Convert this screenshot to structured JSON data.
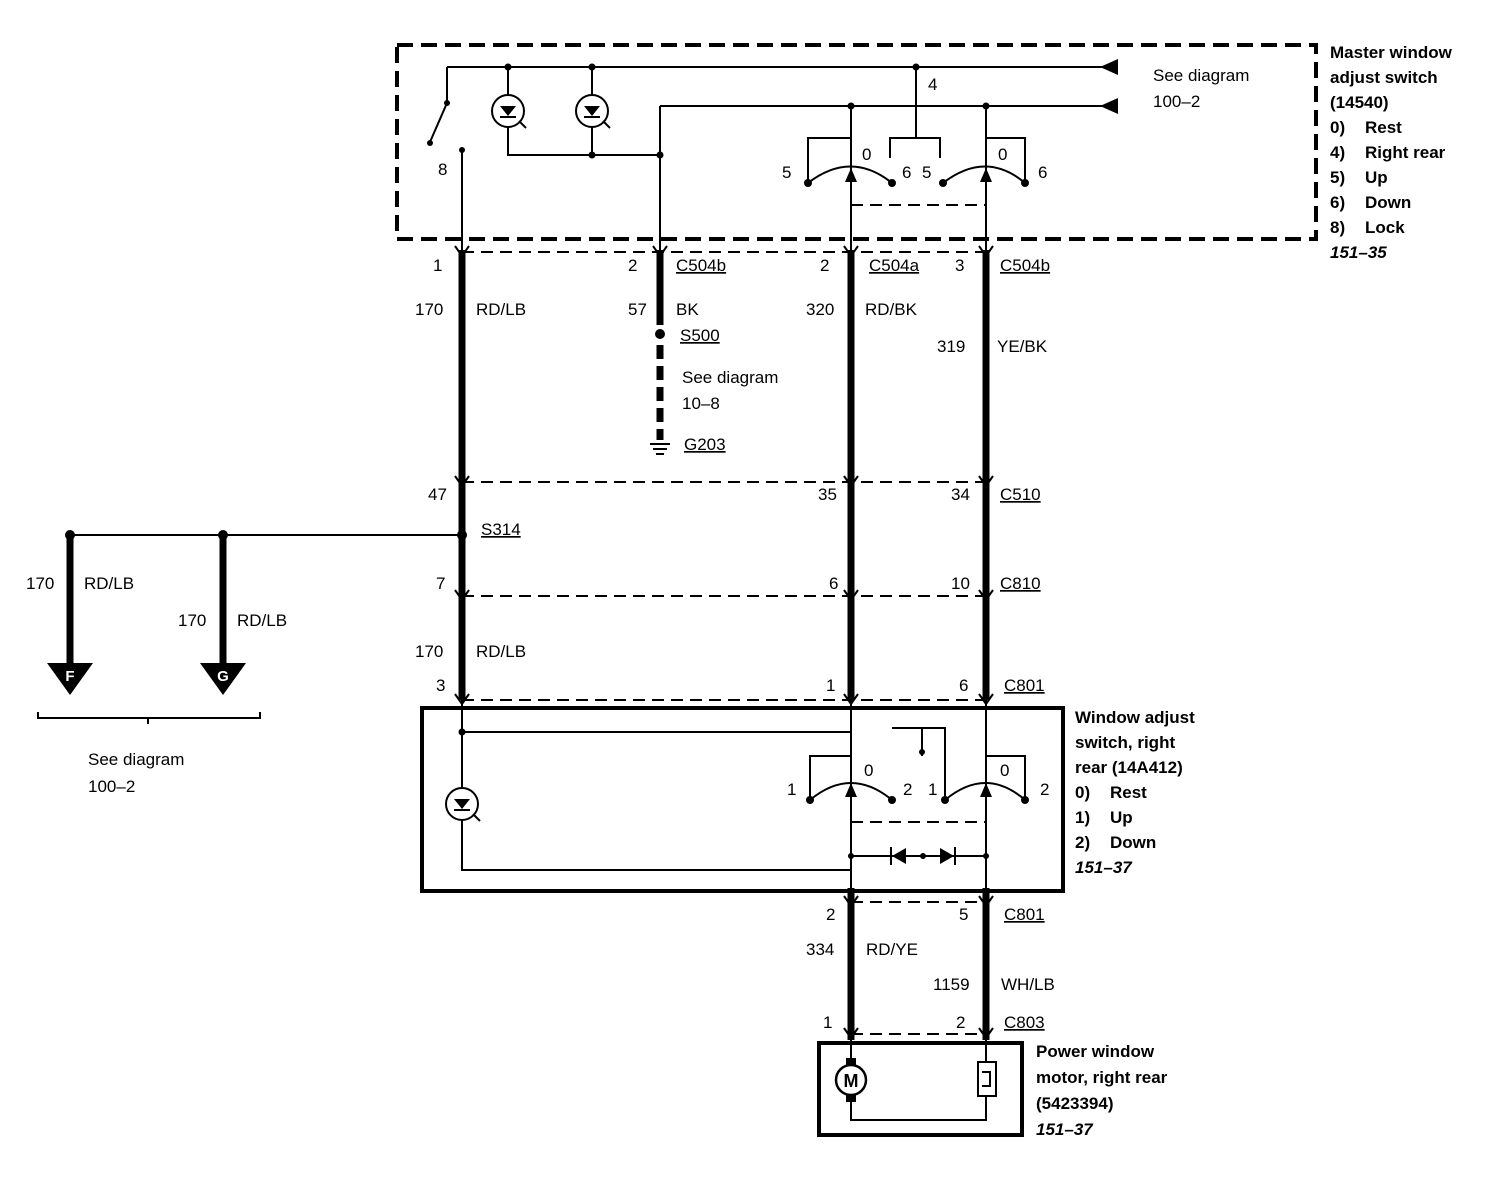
{
  "master_switch": {
    "title": [
      "Master window",
      "adjust switch",
      "(14540)"
    ],
    "positions": [
      {
        "num": "0)",
        "name": "Rest"
      },
      {
        "num": "4)",
        "name": "Right rear"
      },
      {
        "num": "5)",
        "name": "Up"
      },
      {
        "num": "6)",
        "name": "Down"
      },
      {
        "num": "8)",
        "name": "Lock"
      }
    ],
    "ref": "151–35",
    "see_diagram": "See diagram",
    "see_ref": "100–2",
    "pin4": "4",
    "pin8": "8",
    "left_contacts": [
      "5",
      "0",
      "6"
    ],
    "right_contacts": [
      "5",
      "0",
      "6"
    ]
  },
  "rr_switch": {
    "title": [
      "Window adjust",
      "switch, right",
      "rear (14A412)"
    ],
    "positions": [
      {
        "num": "0)",
        "name": "Rest"
      },
      {
        "num": "1)",
        "name": "Up"
      },
      {
        "num": "2)",
        "name": "Down"
      }
    ],
    "ref": "151–37",
    "left_contacts": [
      "1",
      "0",
      "2"
    ],
    "right_contacts": [
      "1",
      "0",
      "2"
    ]
  },
  "motor": {
    "title": [
      "Power window",
      "motor, right rear",
      "(5423394)"
    ],
    "ref": "151–37",
    "symbol": "M"
  },
  "connectors": {
    "c504b_a": {
      "name": "C504b",
      "pin1": "1",
      "pin2": "2"
    },
    "c504a": {
      "name": "C504a",
      "pin": "2"
    },
    "c504b_b": {
      "name": "C504b",
      "pin": "3"
    },
    "c510": {
      "name": "C510",
      "pins": [
        "47",
        "35",
        "34"
      ]
    },
    "c810": {
      "name": "C810",
      "pins": [
        "7",
        "6",
        "10"
      ]
    },
    "c801_top": {
      "name": "C801",
      "pins": [
        "3",
        "1",
        "6"
      ]
    },
    "c801_bot": {
      "name": "C801",
      "pins": [
        "2",
        "5"
      ]
    },
    "c803": {
      "name": "C803",
      "pins": [
        "1",
        "2"
      ]
    }
  },
  "wires": {
    "w170a": {
      "num": "170",
      "color": "RD/LB"
    },
    "w57": {
      "num": "57",
      "color": "BK"
    },
    "w320": {
      "num": "320",
      "color": "RD/BK"
    },
    "w319": {
      "num": "319",
      "color": "YE/BK"
    },
    "w170b": {
      "num": "170",
      "color": "RD/LB"
    },
    "w170f": {
      "num": "170",
      "color": "RD/LB"
    },
    "w170g": {
      "num": "170",
      "color": "RD/LB"
    },
    "w334": {
      "num": "334",
      "color": "RD/YE"
    },
    "w1159": {
      "num": "1159",
      "color": "WH/LB"
    }
  },
  "splices": {
    "s500": "S500",
    "s314": "S314"
  },
  "ground": {
    "name": "G203",
    "see_diagram": "See diagram",
    "see_ref": "10–8"
  },
  "offpage": {
    "f": "F",
    "g": "G",
    "see_diagram": "See diagram",
    "see_ref": "100–2"
  }
}
